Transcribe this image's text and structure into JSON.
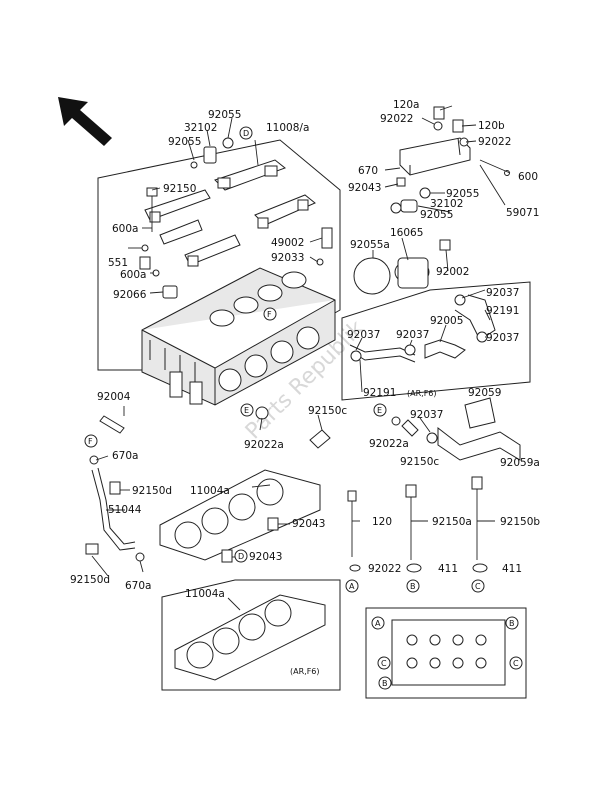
{
  "watermark": "Parts Republik",
  "labels": {
    "l_92055_top": "92055",
    "l_32102_a": "32102",
    "l_11008a": "11008/a",
    "l_92055_b": "92055",
    "l_92150": "92150",
    "l_600a_1": "600a",
    "l_551": "551",
    "l_600a_2": "600a",
    "l_92066": "92066",
    "l_49002": "49002",
    "l_92033": "92033",
    "l_120a": "120a",
    "l_92022_t": "92022",
    "l_120b": "120b",
    "l_92022_r": "92022",
    "l_670": "670",
    "l_600": "600",
    "l_92043_t": "92043",
    "l_92055_r1": "92055",
    "l_32102_r": "32102",
    "l_59071": "59071",
    "l_92055_r2": "92055",
    "l_16065": "16065",
    "l_92055a": "92055a",
    "l_92002": "92002",
    "l_92037_1": "92037",
    "l_92191_1": "92191",
    "l_92005": "92005",
    "l_92037_2": "92037",
    "l_92037_3": "92037",
    "l_92037_4": "92037",
    "l_92191_2": "92191",
    "l_arf6_1": "(AR,F6)",
    "l_92004": "92004",
    "l_92150c_1": "92150c",
    "l_92022a_1": "92022a",
    "l_92059": "92059",
    "l_92037_5": "92037",
    "l_92022a_2": "92022a",
    "l_92150c_2": "92150c",
    "l_92059a": "92059a",
    "l_670a_1": "670a",
    "l_92150d_1": "92150d",
    "l_11004a_1": "11004a",
    "l_51044": "51044",
    "l_92043_m": "92043",
    "l_92043_b": "92043",
    "l_92150d_2": "92150d",
    "l_670a_2": "670a",
    "l_120": "120",
    "l_92150a": "92150a",
    "l_92150b": "92150b",
    "l_92022_b": "92022",
    "l_411_1": "411",
    "l_411_2": "411",
    "l_11004a_2": "11004a",
    "l_arf6_2": "(AR,F6)"
  },
  "markers": {
    "m_d1": "D",
    "m_d2": "D",
    "m_f1": "F",
    "m_f2": "F",
    "m_e1": "E",
    "m_e2": "E",
    "m_a": "A",
    "m_b": "B",
    "m_c": "C",
    "m_a2": "A",
    "m_b2": "B",
    "m_c2": "C",
    "m_b3": "B",
    "m_c3": "C"
  },
  "icons": [
    "direction-arrow-icon",
    "callout-marker-icon"
  ],
  "colors": {
    "ink": "#222222",
    "watermark": "#d8d8d8"
  }
}
